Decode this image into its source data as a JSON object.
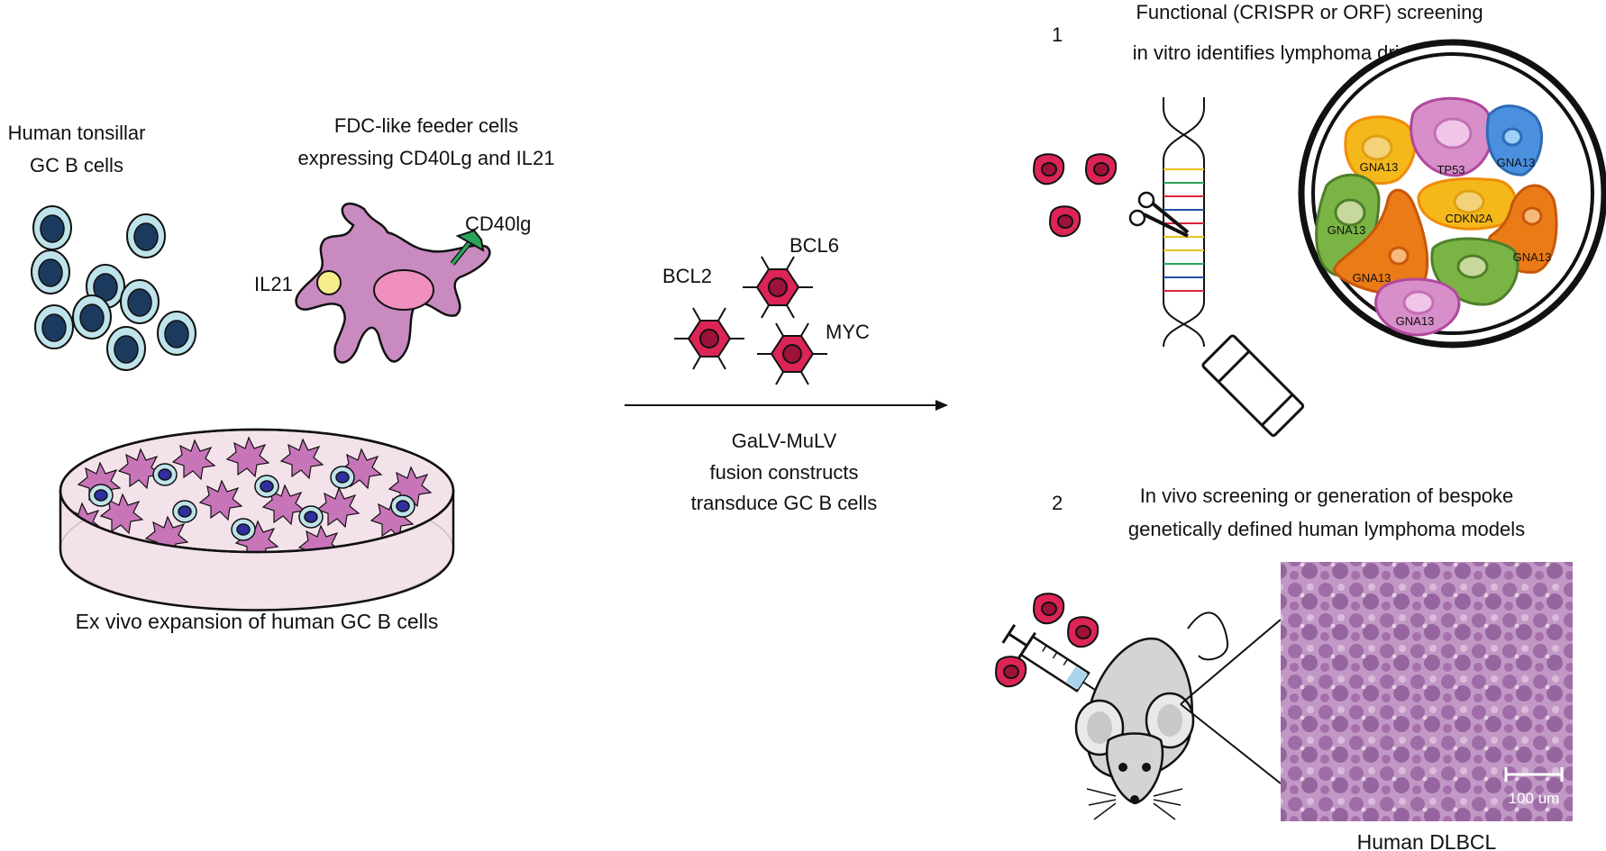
{
  "left_panel": {
    "tonsil_label_line1": "Human tonsillar",
    "tonsil_label_line2": "GC B cells",
    "feeder_label_line1": "FDC-like feeder cells",
    "feeder_label_line2": "expressing CD40Lg and IL21",
    "cd40lg_label": "CD40lg",
    "il21_label": "IL21",
    "caption": "Ex vivo expansion of human GC B cells"
  },
  "middle_panel": {
    "bcl2_label": "BCL2",
    "bcl6_label": "BCL6",
    "myc_label": "MYC",
    "caption_line1": "GaLV-MuLV",
    "caption_line2": "fusion constructs",
    "caption_line3": "transduce GC B cells"
  },
  "step1": {
    "number": "1",
    "title_line1": "Functional (CRISPR or ORF) screening",
    "title_line2": "in vitro identifies lymphoma driver genes",
    "cell_labels": [
      "GNA13",
      "TP53",
      "GNA13",
      "GNA13",
      "CDKN2A",
      "GNA13",
      "GNA13",
      "GNA13"
    ]
  },
  "step2": {
    "number": "2",
    "title_line1": "In vivo screening or generation of bespoke",
    "title_line2": "genetically defined human lymphoma models",
    "scale_bar_label": "100 um",
    "histology_caption": "Human DLBCL"
  },
  "colors": {
    "gc_cell_outer": "#bfe3ea",
    "gc_cell_nucleus": "#1b3a5e",
    "feeder": "#c98ac0",
    "feeder_nucleus": "#ee8fbd",
    "cd40lg": "#2aa55a",
    "il21": "#f7ec8c",
    "oncogene": "#dc2456",
    "dish_fill": "#f4e2ea",
    "histology": "#a86aa7"
  }
}
